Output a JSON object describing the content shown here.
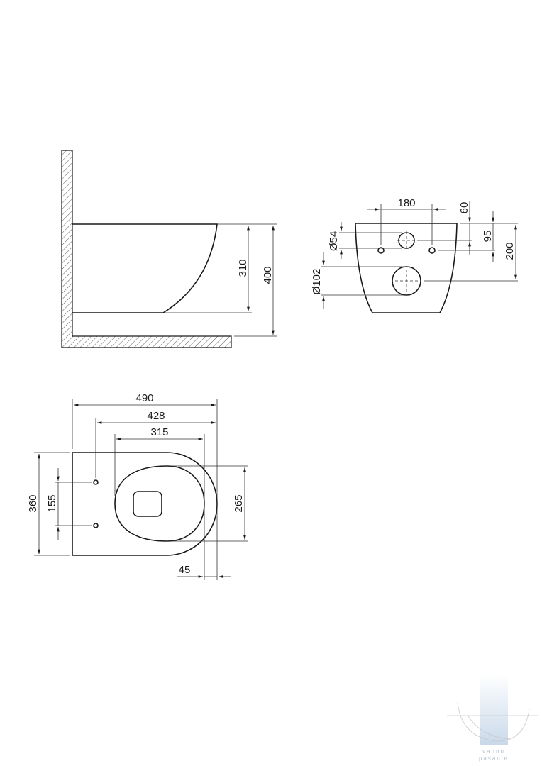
{
  "side_view": {
    "dim_bowl_height": "310",
    "dim_total_height": "400"
  },
  "front_view": {
    "dim_bolt_spacing": "180",
    "dim_inlet_offset": "60",
    "dim_bolt_offset": "95",
    "dim_outlet_offset": "200",
    "dim_inlet_diameter": "Ø54",
    "dim_outlet_diameter": "Ø102"
  },
  "top_view": {
    "dim_total_length": "490",
    "dim_bolt_to_front": "428",
    "dim_seat_opening": "315",
    "dim_width": "360",
    "dim_bolt_spacing": "155",
    "dim_seat_width": "265",
    "dim_front_overhang": "45"
  },
  "logo": {
    "line1": "vannu",
    "line2": "pasaule"
  },
  "colors": {
    "line": "#1a1a1a",
    "logo_blue": "#c9d9ea"
  }
}
